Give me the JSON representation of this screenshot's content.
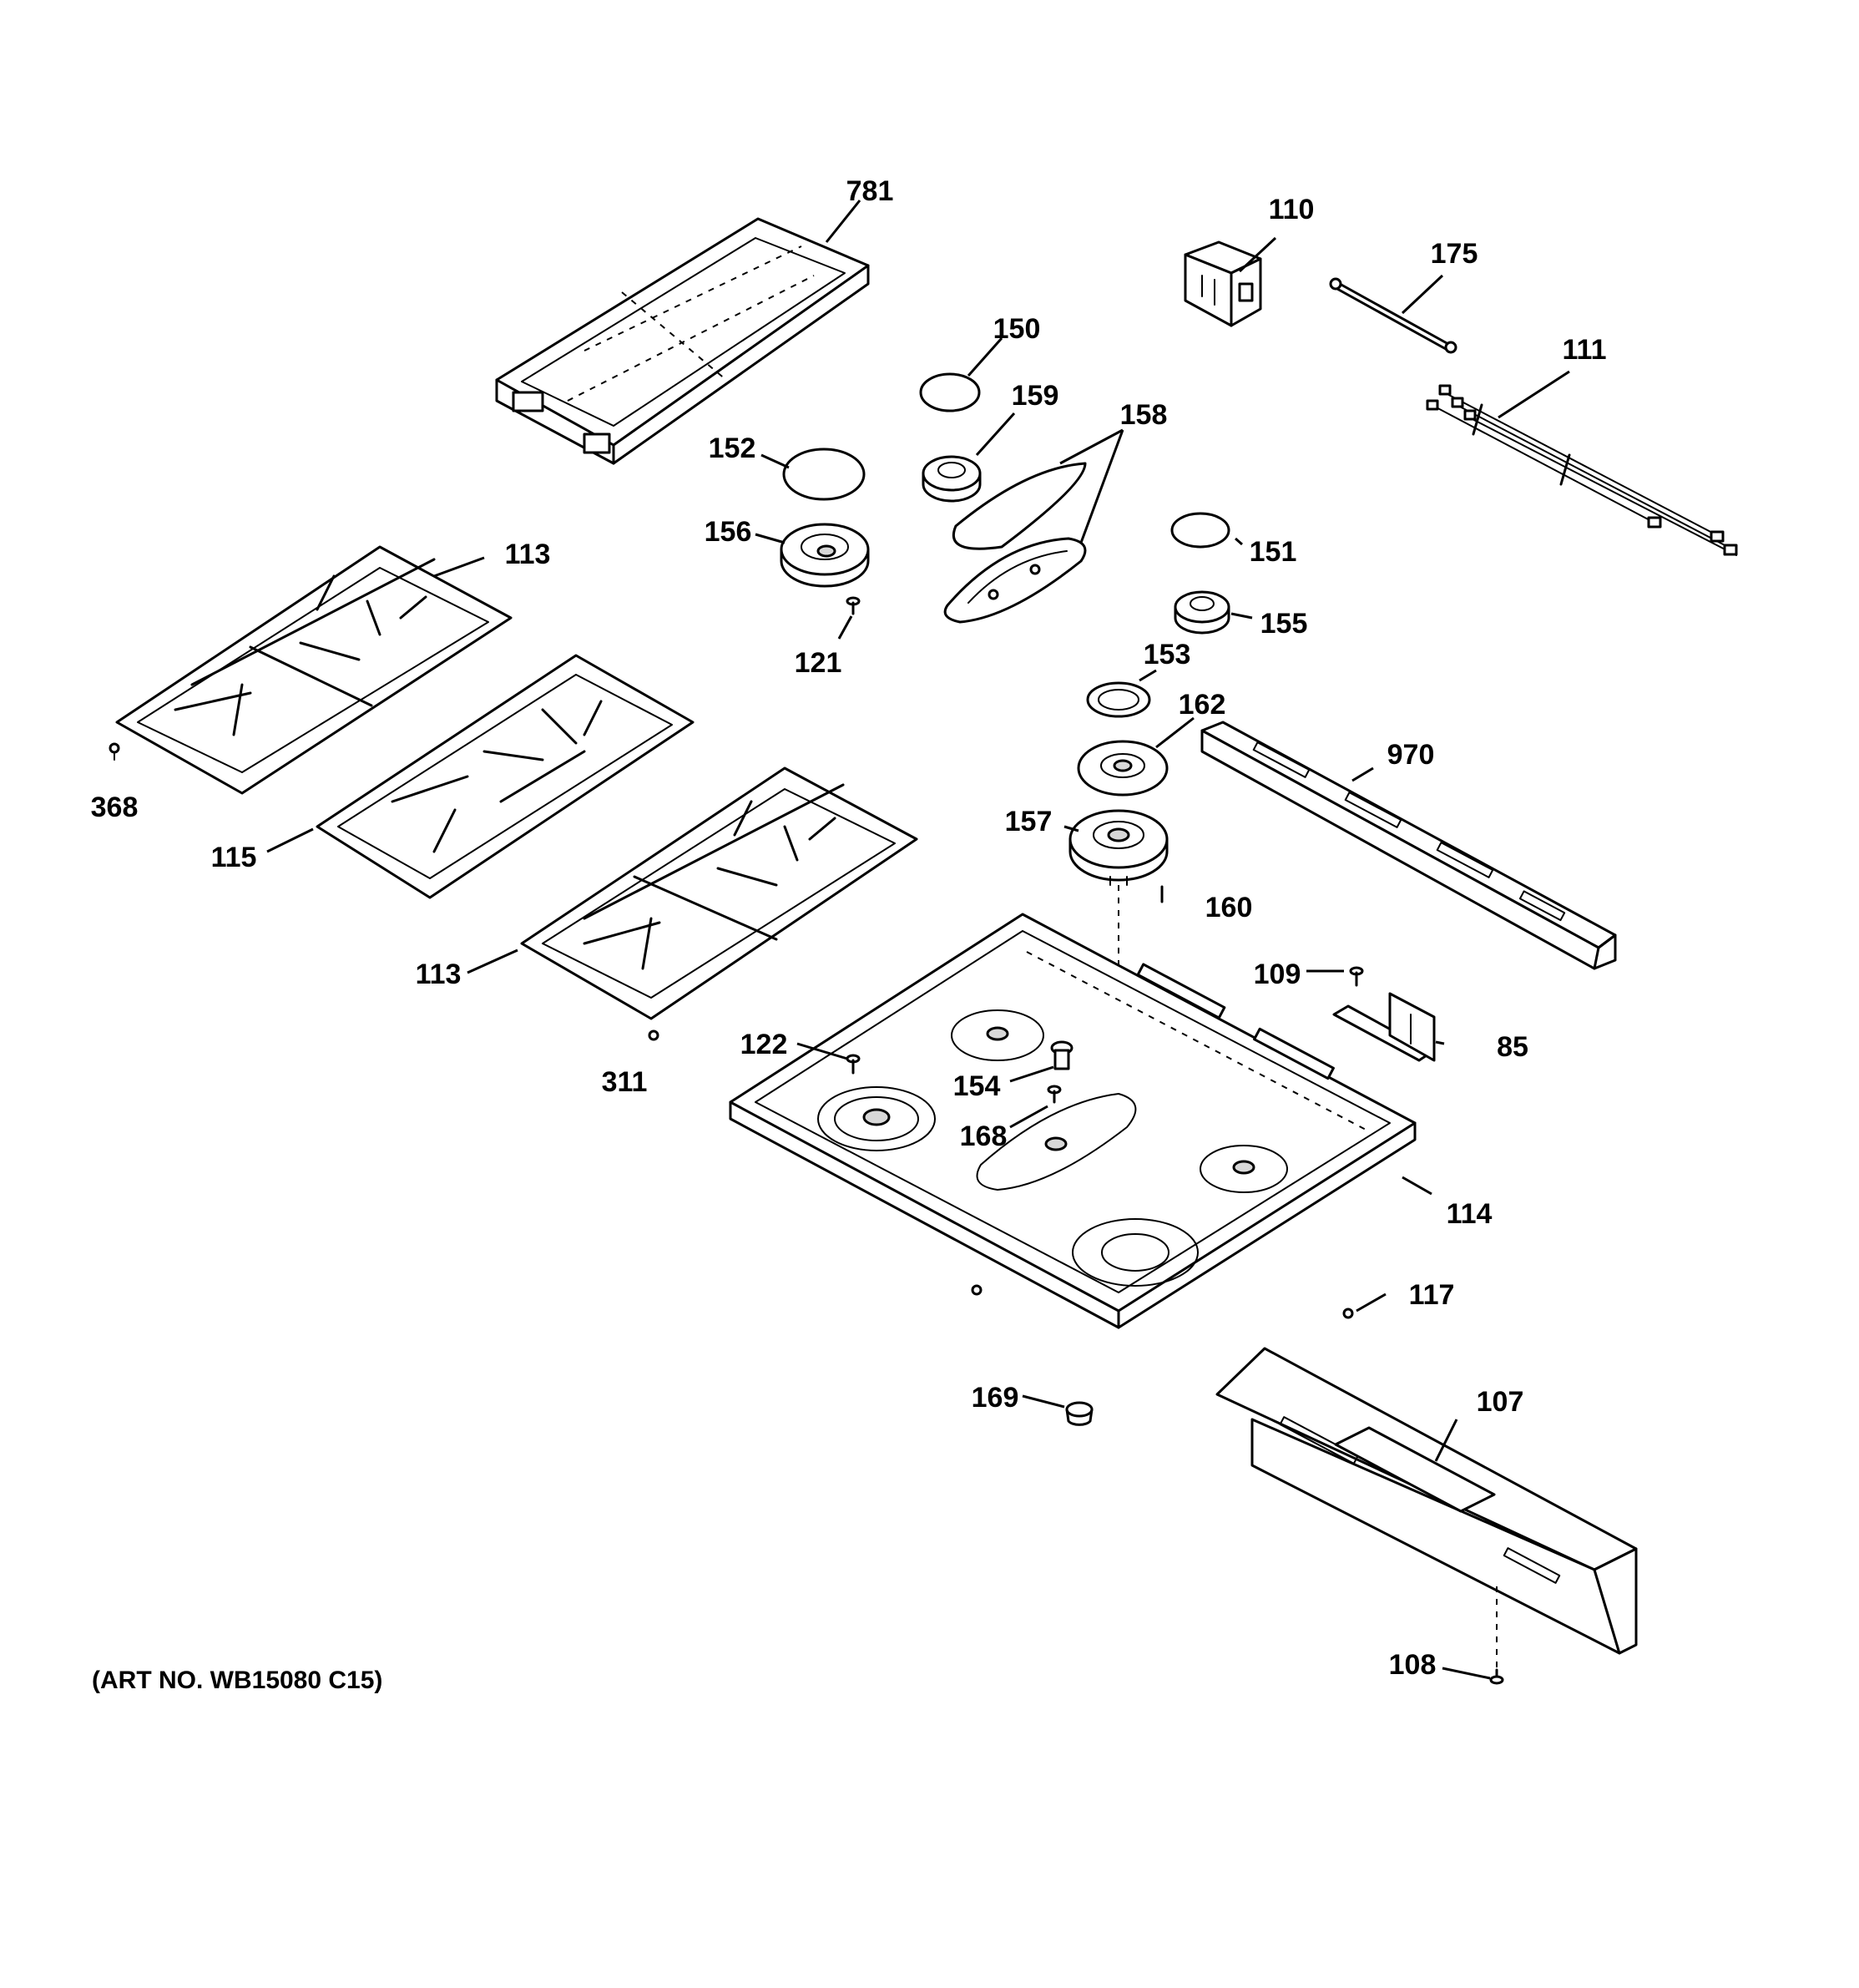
{
  "callouts": {
    "c781": "781",
    "c110": "110",
    "c175": "175",
    "c150": "150",
    "c159": "159",
    "c158": "158",
    "c111": "111",
    "c152": "152",
    "c113a": "113",
    "c156": "156",
    "c151": "151",
    "c155": "155",
    "c121": "121",
    "c153": "153",
    "c162": "162",
    "c970": "970",
    "c368": "368",
    "c157": "157",
    "c115": "115",
    "c160": "160",
    "c113b": "113",
    "c109": "109",
    "c85": "85",
    "c122": "122",
    "c154": "154",
    "c311": "311",
    "c168": "168",
    "c114": "114",
    "c117": "117",
    "c169": "169",
    "c107": "107",
    "c108": "108"
  },
  "art_number": "(ART NO. WB15080 C15)"
}
